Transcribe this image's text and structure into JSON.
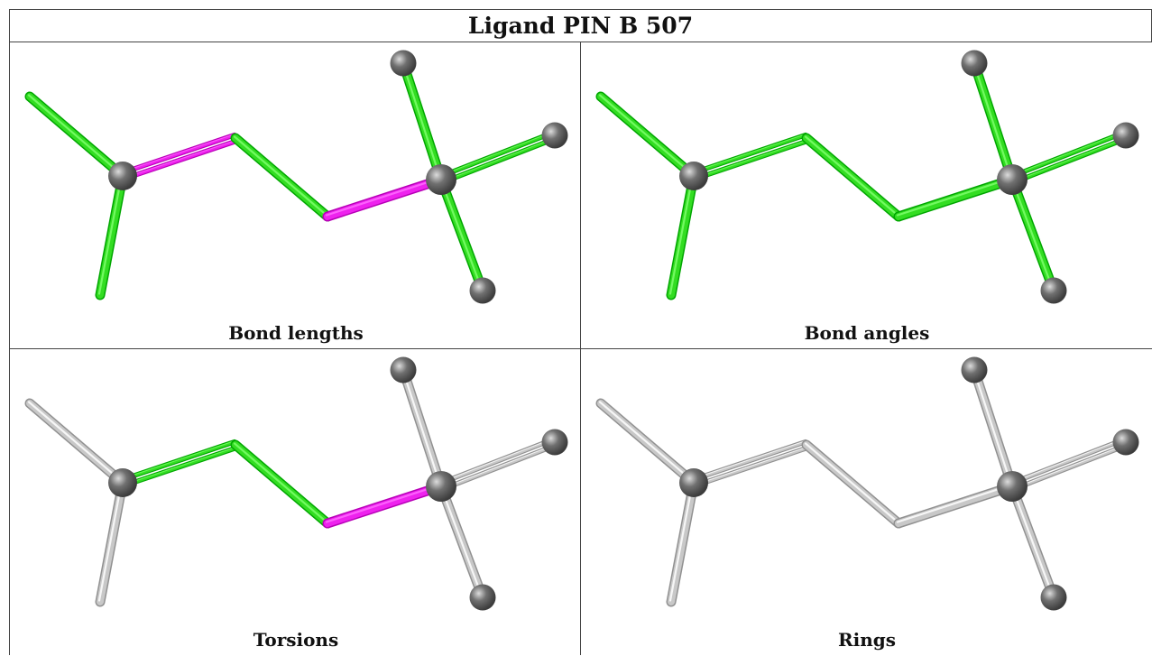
{
  "title": "Ligand PIN B 507",
  "colors": {
    "green": "#33dd22",
    "magenta": "#ee22ee",
    "grey": "#c8c8c8",
    "atom": "#707070"
  },
  "panels": [
    {
      "label": "Bond lengths",
      "bonds": [
        "green",
        "magenta",
        "green",
        "magenta",
        "green",
        "green",
        "green",
        "green"
      ]
    },
    {
      "label": "Bond angles",
      "bonds": [
        "green",
        "green",
        "green",
        "green",
        "green",
        "green",
        "green",
        "green"
      ]
    },
    {
      "label": "Torsions",
      "bonds": [
        "grey",
        "green",
        "green",
        "magenta",
        "grey",
        "grey",
        "grey",
        "grey"
      ]
    },
    {
      "label": "Rings",
      "bonds": [
        "grey",
        "grey",
        "grey",
        "grey",
        "grey",
        "grey",
        "grey",
        "grey"
      ]
    }
  ]
}
